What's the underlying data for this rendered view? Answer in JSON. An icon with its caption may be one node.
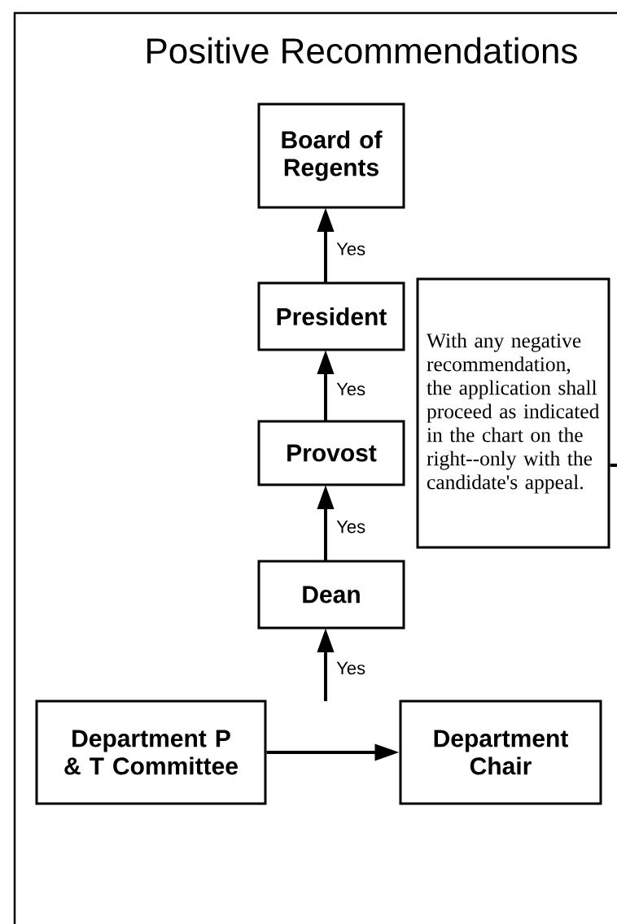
{
  "diagram": {
    "title": "Positive Recommendations",
    "nodes": [
      {
        "text": [
          "Board of Regents"
        ]
      },
      {
        "text": [
          "President"
        ]
      },
      {
        "text": [
          "Provost"
        ]
      },
      {
        "text": [
          "Dean"
        ]
      },
      {
        "text": [
          "Department P & T Committee"
        ]
      },
      {
        "text": [
          "Department Chair"
        ]
      },
      {
        "text": [
          "With any negative recommendation, the application shall proceed as indicated in the chart on the right--only with the candidate's appeal."
        ]
      }
    ],
    "edges": [
      {
        "from": 1,
        "to": 0,
        "arrow": "to",
        "label": "Yes"
      },
      {
        "from": 2,
        "to": 1,
        "arrow": "to",
        "label": "Yes"
      },
      {
        "from": 3,
        "to": 2,
        "arrow": "to",
        "label": "Yes"
      },
      {
        "from": null,
        "to": 3,
        "arrow": "to",
        "label": "Yes"
      },
      {
        "from": 4,
        "to": 5,
        "arrow": "to"
      },
      {
        "from": 6,
        "to": null,
        "arrow": "none"
      }
    ]
  }
}
